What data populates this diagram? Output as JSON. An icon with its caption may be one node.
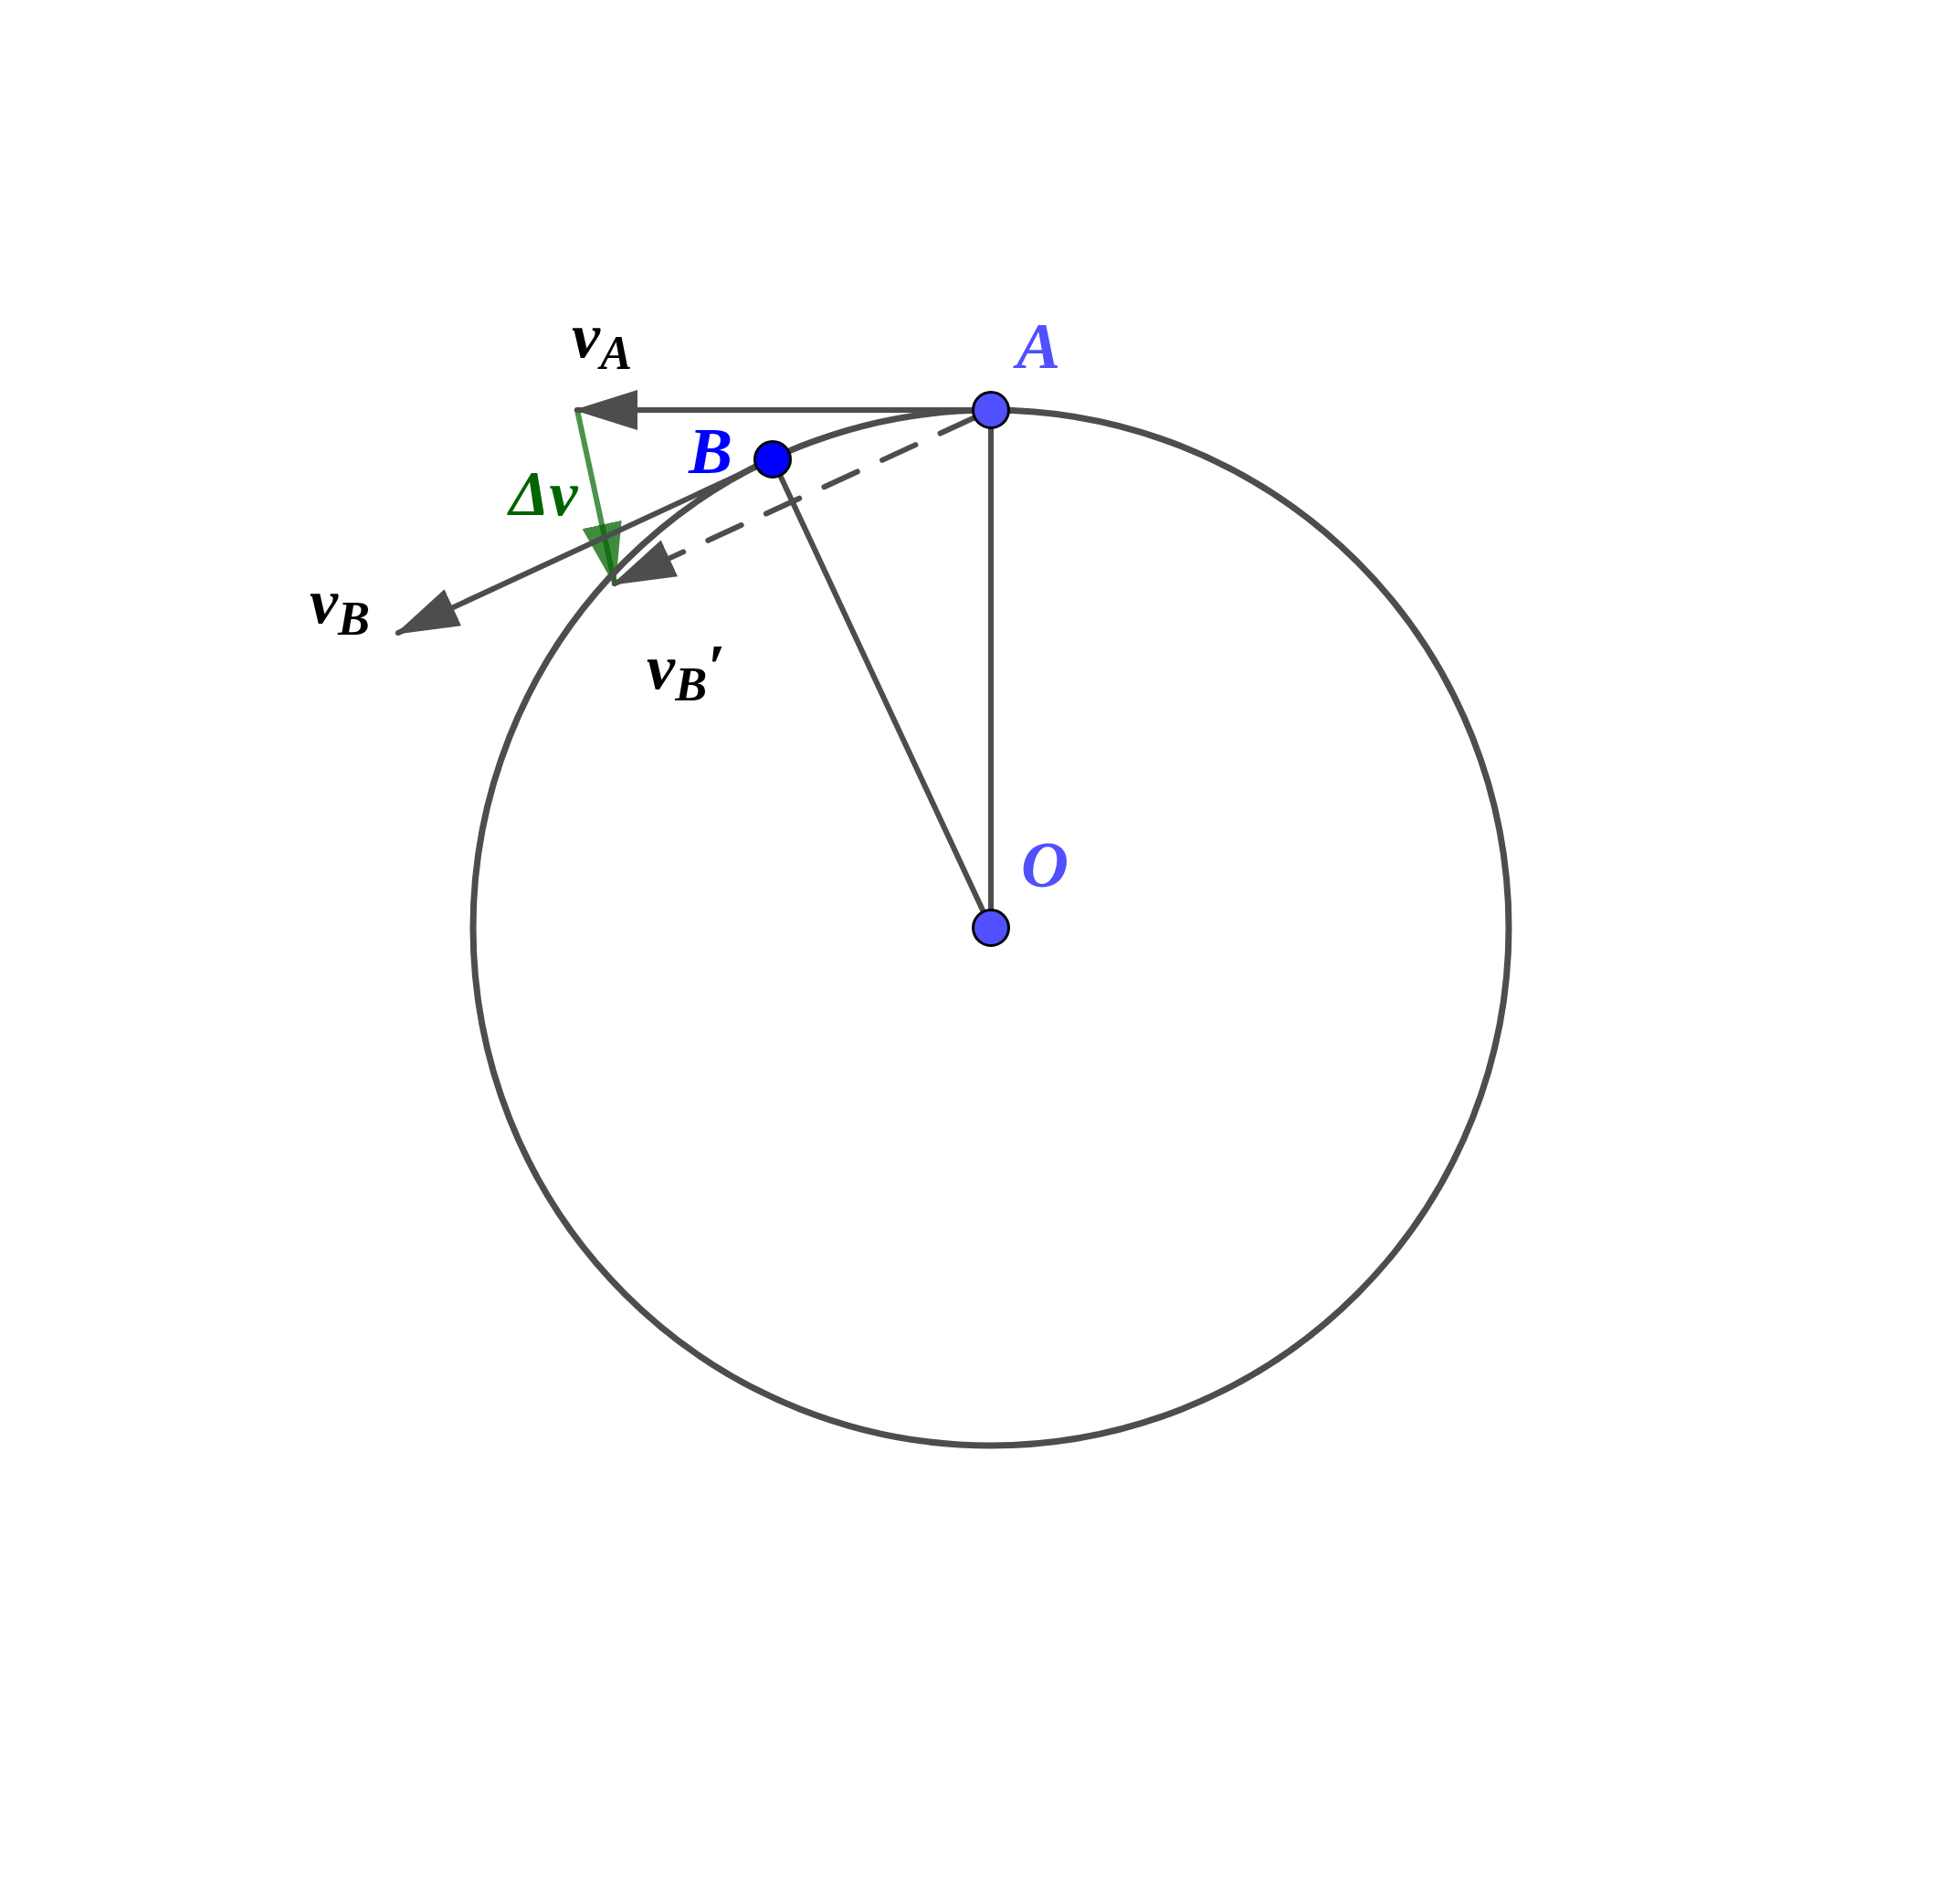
{
  "diagram": {
    "nodes": [
      {
        "text": [],
        "shape": "circle",
        "beside": [
          "O"
        ]
      },
      {
        "text": [],
        "shape": "circle",
        "beside": [
          "A"
        ]
      },
      {
        "text": [],
        "shape": "circle",
        "beside": [
          "B"
        ]
      }
    ],
    "edges": [
      {
        "from": 0,
        "to": 1,
        "arrow": "none"
      },
      {
        "from": 0,
        "to": 2,
        "arrow": "none"
      },
      {
        "from": 1,
        "to": null,
        "arrow": "to",
        "label": "v$_{A}$"
      },
      {
        "from": 2,
        "to": null,
        "arrow": "to",
        "label": "v$_{B}$"
      },
      {
        "from": 1,
        "to": null,
        "arrow": "to",
        "label": "v$_{B}$′",
        "style": "dashed"
      }
    ],
    "labels": [
      "Δv"
    ]
  }
}
